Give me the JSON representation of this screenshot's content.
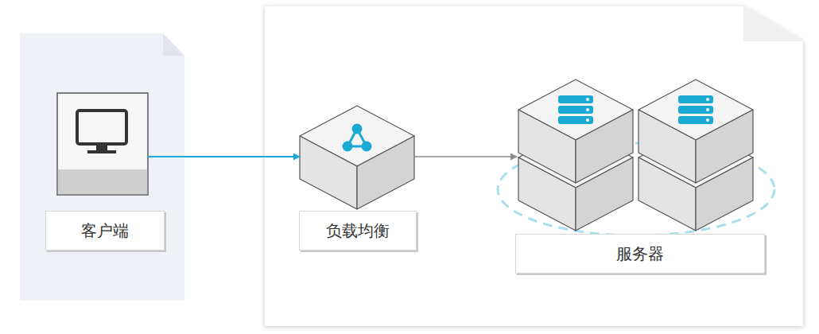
{
  "diagram": {
    "nodes": [
      {
        "text": [
          "客户端"
        ]
      },
      {
        "text": [
          "负载均衡"
        ]
      },
      {
        "text": [
          "服务器"
        ]
      }
    ],
    "edges": [
      {
        "from": 0,
        "to": 1,
        "arrow": "to"
      },
      {
        "from": 1,
        "to": 2,
        "arrow": "to"
      }
    ]
  }
}
